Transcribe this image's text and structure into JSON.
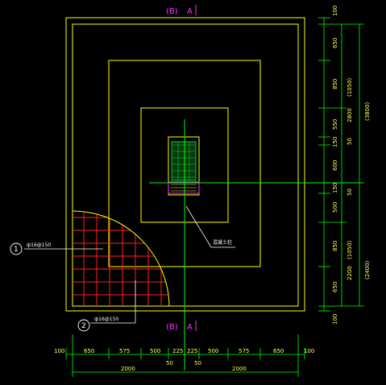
{
  "axis_labels": {
    "top_b": "(B)",
    "top_a": "A",
    "bottom_b": "(B)",
    "bottom_a": "A"
  },
  "right_dims": {
    "top_edge": "100",
    "d650_top": "650",
    "d850_top": "850",
    "d1050_top": "(1050)",
    "d550_top": "550",
    "d150_top": "150",
    "d50_top": "50",
    "d600": "600",
    "d2800": "2800",
    "d3800": "(3800)",
    "d150_mid": "150",
    "d50_mid": "50",
    "d500": "500",
    "d850_bot": "850",
    "d1050_bot": "(1050)",
    "d2200": "2200",
    "d2400": "(2400)",
    "d650_bot": "650",
    "bottom_edge": "100"
  },
  "bottom_dims": {
    "left_edge": "100",
    "d650_l": "650",
    "d575_l": "575",
    "d500_l": "500",
    "d225_l": "225",
    "d225_r": "225",
    "d500_r": "500",
    "d575_r": "575",
    "d650_r": "650",
    "right_edge": "100",
    "total_l": "2000",
    "half_l": "50",
    "half_r": "50",
    "total_r": "2000"
  },
  "callouts": {
    "bar1_num": "1",
    "bar1_text": "ф16@150",
    "bar2_num": "2",
    "bar2_text": "ф16@150",
    "column_note": "混凝土柱"
  },
  "colors": {
    "background": "#000000",
    "outline": "#ffff00",
    "dimension": "#00ff00",
    "axis": "#ff00ff",
    "rebar": "#ff0000",
    "leader": "#ffffff",
    "column_hatch": "#00cc44"
  }
}
